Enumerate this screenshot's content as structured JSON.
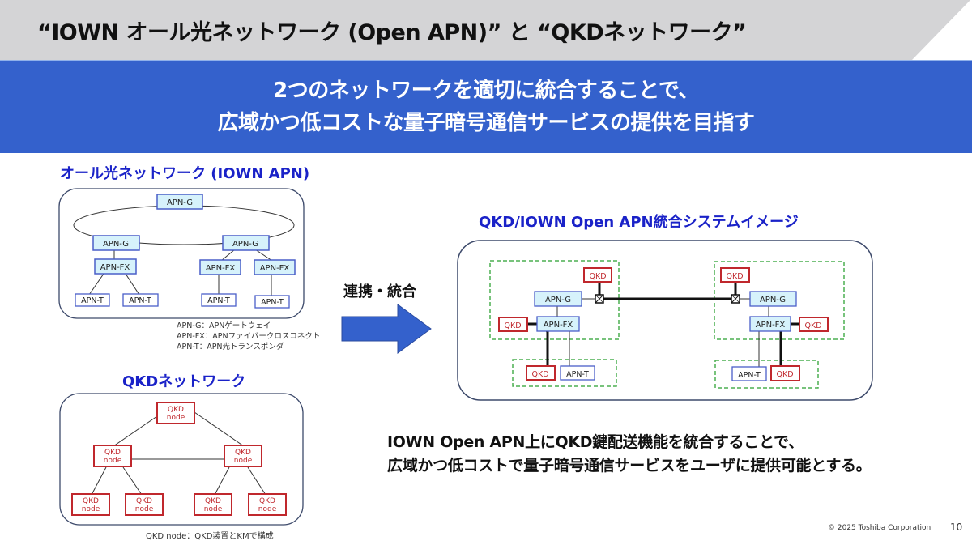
{
  "header": {
    "title": "“IOWN オール光ネットワーク (Open APN)” と “QKDネットワーク”"
  },
  "banner": {
    "line1": "2つのネットワークを適切に統合することで、",
    "line2": "広域かつ低コストな量子暗号通信サービスの提供を目指す"
  },
  "colors": {
    "banner_blue": "#3461cc",
    "header_gray": "#d4d4d6",
    "section_title": "#1a22c8",
    "apn_fill": "#d6f2fb",
    "apn_border": "#4a5fc8",
    "qkd_border": "#c0282d",
    "group_dashed": "#4caf50"
  },
  "apn_network": {
    "title": "オール光ネットワーク (IOWN APN)",
    "nodes": {
      "top_g": "APN-G",
      "left_g": "APN-G",
      "right_g": "APN-G",
      "left_fx": "APN-FX",
      "right_fx1": "APN-FX",
      "right_fx2": "APN-FX",
      "t1": "APN-T",
      "t2": "APN-T",
      "t3": "APN-T",
      "t4": "APN-T"
    },
    "legend": [
      "APN-G：APNゲートウェイ",
      "APN-FX：APNファイバークロスコネクト",
      "APN-T：APN光トランスポンダ"
    ]
  },
  "qkd_network": {
    "title": "QKDネットワーク",
    "node_label_line1": "QKD",
    "node_label_line2": "node",
    "legend": "QKD node：QKD装置とKMで構成"
  },
  "arrow": {
    "label": "連携・統合"
  },
  "integrated": {
    "title": "QKD/IOWN Open APN統合システムイメージ",
    "left": {
      "qkd_top": "QKD",
      "apn_g": "APN-G",
      "apn_fx": "APN-FX",
      "qkd_left": "QKD",
      "qkd_bottom": "QKD",
      "apn_t": "APN-T"
    },
    "right": {
      "qkd_top": "QKD",
      "apn_g": "APN-G",
      "apn_fx": "APN-FX",
      "qkd_right": "QKD",
      "apn_t": "APN-T",
      "qkd_bottom": "QKD"
    }
  },
  "summary": {
    "line1": "IOWN Open APN上にQKD鍵配送機能を統合することで、",
    "line2": "広域かつ低コストで量子暗号通信サービスをユーザに提供可能とする。"
  },
  "footer": {
    "copyright": "© 2025 Toshiba Corporation",
    "page": "10"
  }
}
